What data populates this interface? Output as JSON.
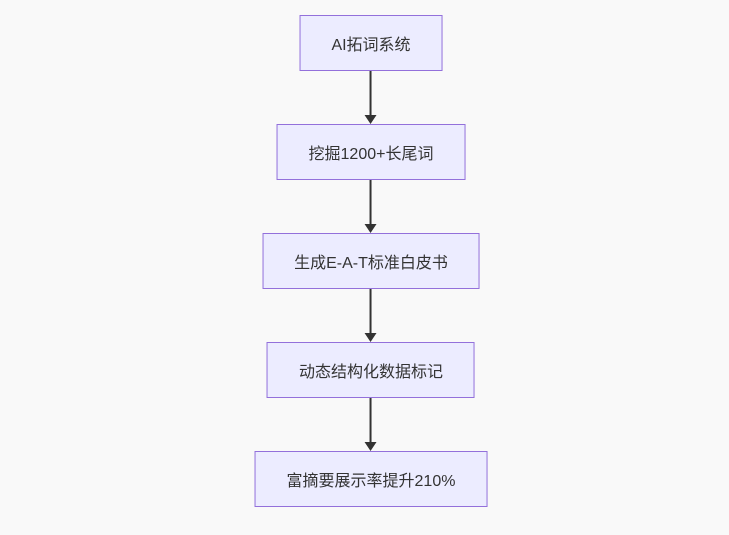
{
  "flowchart": {
    "type": "flowchart-top-down",
    "background_color": "#f9f9f9",
    "node_fill_color": "#ECECFF",
    "node_border_color": "#9370DB",
    "text_color": "#333333",
    "arrow_color": "#333333",
    "nodes": [
      {
        "label": "AI拓词系统"
      },
      {
        "label": "挖掘1200+长尾词"
      },
      {
        "label": "生成E-A-T标准白皮书"
      },
      {
        "label": "动态结构化数据标记"
      },
      {
        "label": "富摘要展示率提升210%"
      }
    ],
    "edges": [
      {
        "from": 0,
        "to": 1
      },
      {
        "from": 1,
        "to": 2
      },
      {
        "from": 2,
        "to": 3
      },
      {
        "from": 3,
        "to": 4
      }
    ]
  }
}
